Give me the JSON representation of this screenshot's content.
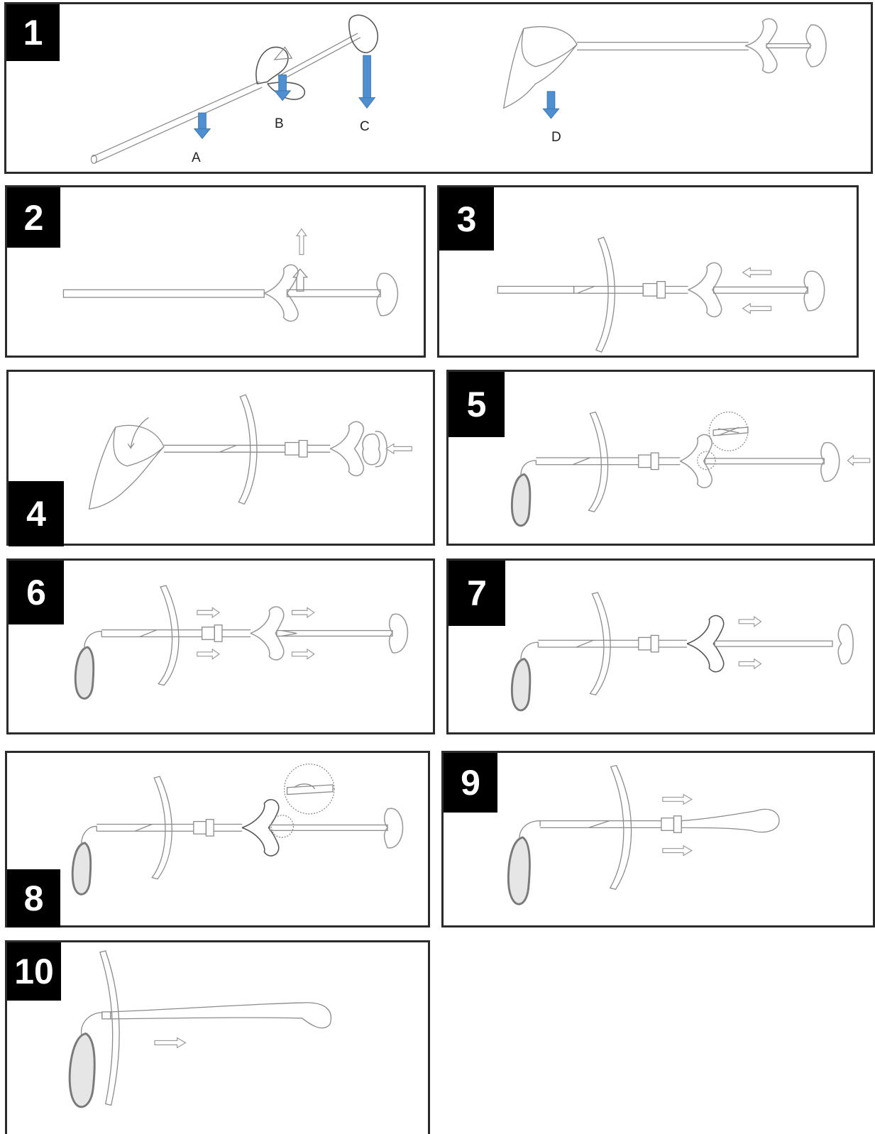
{
  "panels": [
    {
      "number": "1"
    },
    {
      "number": "2"
    },
    {
      "number": "3"
    },
    {
      "number": "4"
    },
    {
      "number": "5"
    },
    {
      "number": "6"
    },
    {
      "number": "7"
    },
    {
      "number": "8"
    },
    {
      "number": "9"
    },
    {
      "number": "10"
    }
  ],
  "callouts": {
    "a": "A",
    "b": "B",
    "c": "C",
    "d": "D"
  },
  "colors": {
    "callout_arrow": "#4f8fd0",
    "badge": "#000000",
    "line_art": "#8a8a8a"
  }
}
